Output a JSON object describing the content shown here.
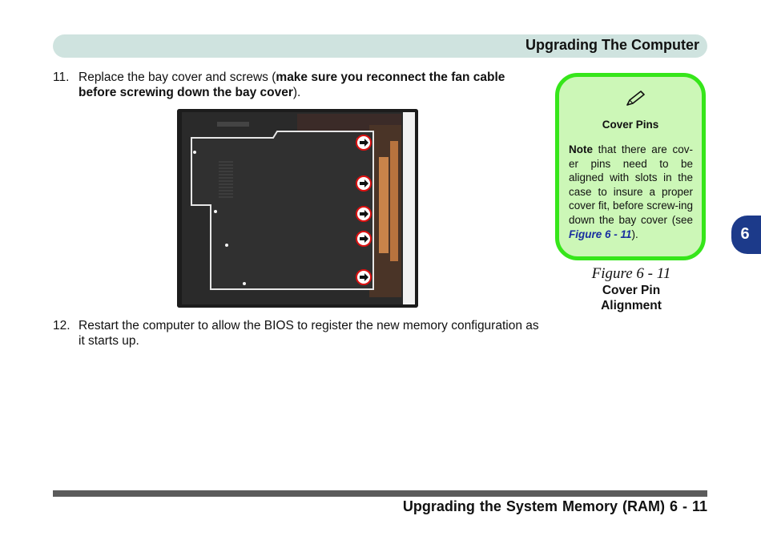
{
  "header": {
    "title": "Upgrading The Computer"
  },
  "steps": [
    {
      "num": "11.",
      "text_pre": "Replace the bay cover and screws (",
      "text_bold": "make sure you reconnect the fan cable before screwing down the bay cover",
      "text_post": ")."
    },
    {
      "num": "12.",
      "text": "Restart the computer to allow the BIOS to register the new memory configuration as it starts up."
    }
  ],
  "note": {
    "icon": "pen-icon",
    "title": "Cover Pins",
    "bold_lead": "Note",
    "text": " that there are cov-er pins need to be aligned with slots in the case to insure a proper cover fit, before screw-ing down the bay cover (see ",
    "ref": "Figure 6 - 11",
    "text_end": ")."
  },
  "figure": {
    "number": "Figure 6 - 11",
    "title_line1": "Cover Pin",
    "title_line2": "Alignment"
  },
  "chapter_tab": "6",
  "footer": {
    "text": "Upgrading the System Memory (RAM)  6 - 11"
  },
  "colors": {
    "header_bar": "#cfe3df",
    "note_bg": "#ccf7b7",
    "note_border": "#36e61a",
    "tab": "#1c3a8a",
    "link": "#1a2fa0"
  }
}
